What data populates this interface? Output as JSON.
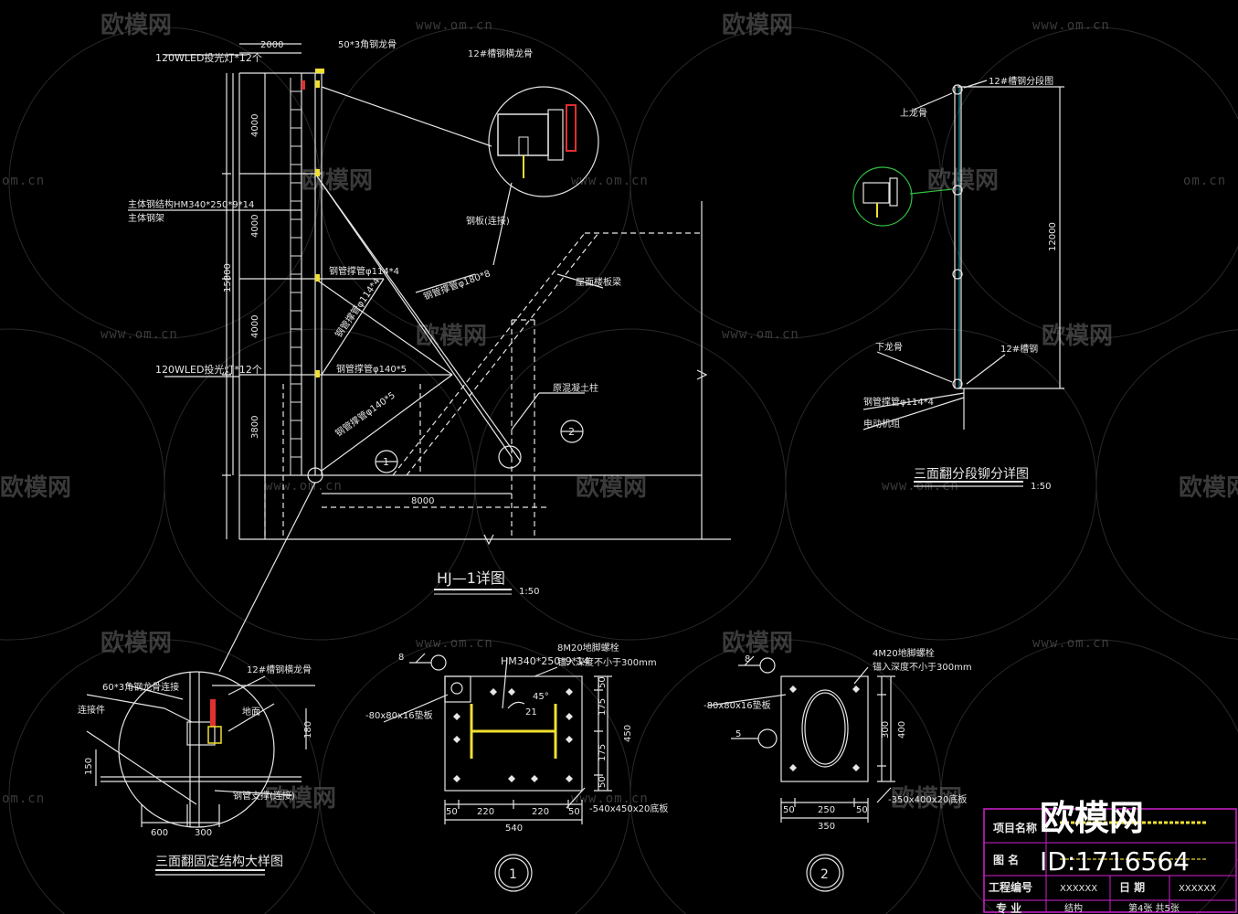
{
  "drawing": {
    "main_view": {
      "title": "HJ—1详图",
      "scale": "1:50",
      "dims": {
        "top_width": "2000",
        "seg1": "4000",
        "seg2": "4000",
        "seg3": "4000",
        "seg4": "3800",
        "total": "15800",
        "bottom": "8000"
      },
      "labels": {
        "led_top": "120WLED投光灯*12个",
        "angle_top": "50*3角钢龙骨",
        "beam": "主体钢结构HM340*250*9*14",
        "beam_sub": "主体钢架",
        "brace1": "钢管撑管φ114*4",
        "brace2": "钢管撑管φ180*8",
        "brace3": "钢管撑管φ114*4",
        "brace4": "钢管撑管φ140*5",
        "brace5": "钢管撑管φ140*5",
        "led_bottom": "120WLED投光灯*12个",
        "steel_tube": "12#槽钢横龙骨",
        "detail_label": "钢板(连接)",
        "roof": "屋面楼板梁",
        "column": "原混凝土柱"
      },
      "markers": [
        "1",
        "2"
      ]
    },
    "section_view": {
      "title": "三面翻分段铆分详图",
      "scale": "1:50",
      "height_dim": "12000",
      "labels": {
        "top_channel": "12#槽钢分段图",
        "upper_bar": "上龙骨",
        "lower_bar": "下龙骨",
        "channel": "12#槽钢",
        "pipe": "钢管撑管φ114*4",
        "power": "电动机组"
      }
    },
    "detail_a": {
      "title": "三面翻固定结构大样图",
      "labels": {
        "angle": "60*3角钢龙骨连接",
        "channel": "12#槽钢横龙骨",
        "bolt": "连接件",
        "ground": "地面",
        "support": "钢管支撑(连接)"
      },
      "dims": {
        "h1": "180",
        "h2": "150",
        "w1": "600",
        "w2": "300"
      }
    },
    "detail_1": {
      "marker": "1",
      "beam": "HM340*250*9*14",
      "bolts": "8M20地脚螺栓",
      "bolts_sub": "锚入深度不小于300mm",
      "plate": "-80x80x16垫板",
      "base": "-540x450x20底板",
      "weld": "8",
      "angle": "45°",
      "angle_r": "21",
      "dims_v": [
        "50",
        "175",
        "175",
        "50"
      ],
      "dim_h_total": "450",
      "dims_h": [
        "50",
        "220",
        "220",
        "50"
      ],
      "width_total": "540"
    },
    "detail_2": {
      "marker": "2",
      "bolts": "4M20地脚螺栓",
      "bolts_sub": "锚入深度不小于300mm",
      "plate": "-80x80x16垫板",
      "base": "-350x400x20底板",
      "weld": "8",
      "weld2": "5",
      "dims_v": [
        "300",
        "400"
      ],
      "dims_h": [
        "50",
        "250",
        "50"
      ],
      "width_total": "350"
    },
    "title_block": {
      "project_name_label": "项目名称",
      "drawing_name_label": "图  名",
      "project_no_label": "工程编号",
      "project_no_value": "XXXXXX",
      "date_label": "日  期",
      "date_value": "XXXXXX",
      "specialty_label": "专  业",
      "specialty_value": "结构",
      "sheet_value": "第4张 共5张"
    }
  },
  "watermark": {
    "brand": "欧模网",
    "url": "www.om.cn",
    "url_short": "om.cn",
    "corner_brand": "欧模网",
    "corner_id": "ID:1716564"
  },
  "colors": {
    "background": "#000000",
    "line": "#e6e6e6",
    "accent_yellow": "#f0e030",
    "accent_red": "#e03030",
    "accent_green": "#30c040",
    "accent_magenta": "#d020d0"
  }
}
